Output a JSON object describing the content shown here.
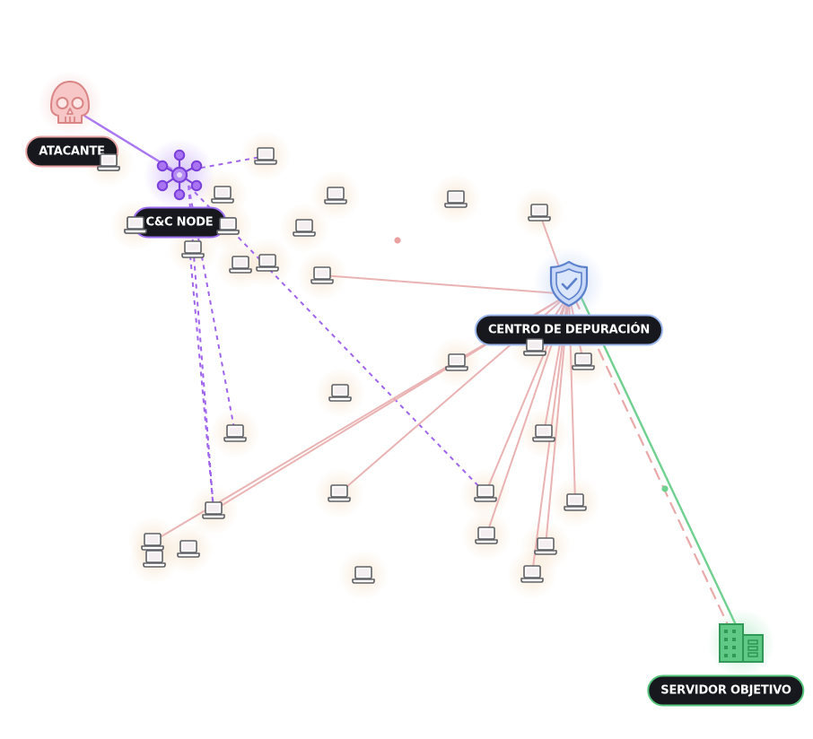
{
  "labels": {
    "attacker": "ATACANTE",
    "cc_node": "C&C NODE",
    "scrubbing_center": "CENTRO DE DEPURACIÓN",
    "target_server": "SERVIDOR OBJETIVO"
  },
  "icons": {
    "attacker": "skull-icon",
    "cc_node": "network-hub-icon",
    "scrubbing_center": "shield-check-icon",
    "target_server": "building-icon",
    "bot": "laptop-icon"
  },
  "colors": {
    "attacker": "#e8a3a3",
    "cc_node": "#9b5cf0",
    "scrubbing_center": "#8fb0ec",
    "target_server": "#55c47d",
    "attack_traffic": "#eab3b3",
    "clean_traffic": "#6fd08f",
    "label_background": "#16181d"
  }
}
